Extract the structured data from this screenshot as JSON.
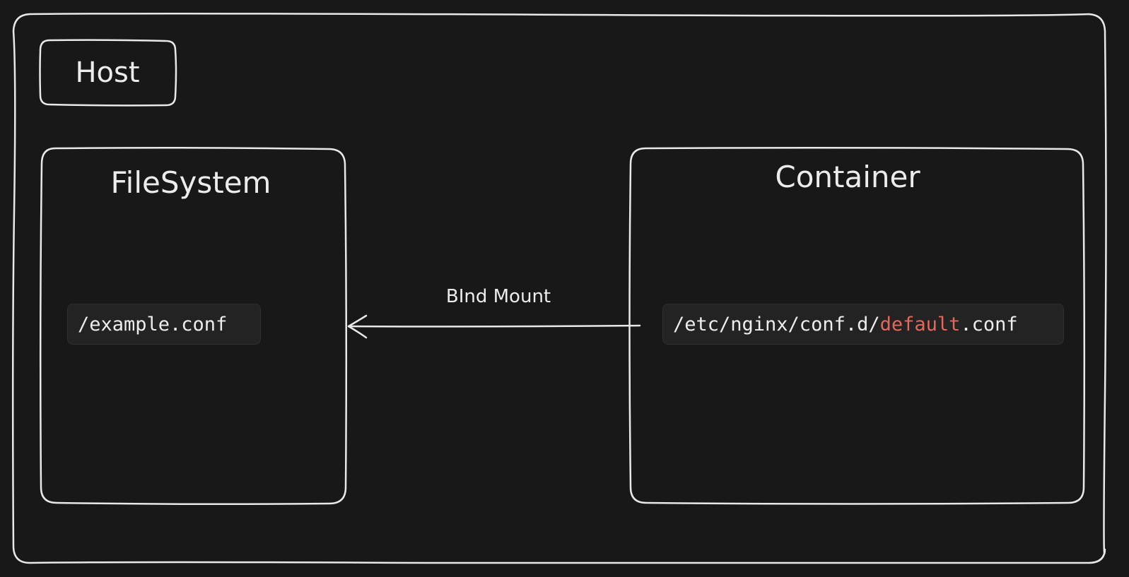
{
  "host": {
    "label": "Host"
  },
  "filesystem": {
    "title": "FileSystem",
    "path": "/example.conf"
  },
  "container": {
    "title": "Container",
    "path_prefix": "/etc/nginx/conf.d/",
    "path_highlight": "default",
    "path_suffix": ".conf"
  },
  "edge": {
    "label": "BInd Mount",
    "direction": "container-to-filesystem"
  },
  "colors": {
    "background": "#181818",
    "stroke": "#e8e8e8",
    "text": "#ececec",
    "code_background": "#232323",
    "highlight": "#e5675c"
  }
}
